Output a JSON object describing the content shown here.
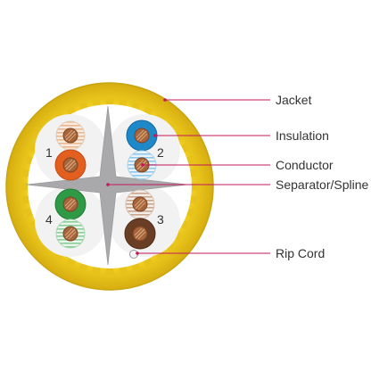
{
  "labels": {
    "jacket": "Jacket",
    "insulation": "Insulation",
    "conductor": "Conductor",
    "separator": "Separator/Spline",
    "rip_cord": "Rip Cord"
  },
  "pairs": {
    "p1": "1",
    "p2": "2",
    "p3": "3",
    "p4": "4"
  },
  "colors": {
    "jacket": "#e6c21a",
    "jacket_dark": "#c9a410",
    "spline": "#a9a9ab",
    "callout_line": "#c2185b",
    "copper": "#a6643a",
    "blue": "#1e88c9",
    "orange": "#e35f1f",
    "green": "#2e9a45",
    "brown": "#6a3e24"
  }
}
